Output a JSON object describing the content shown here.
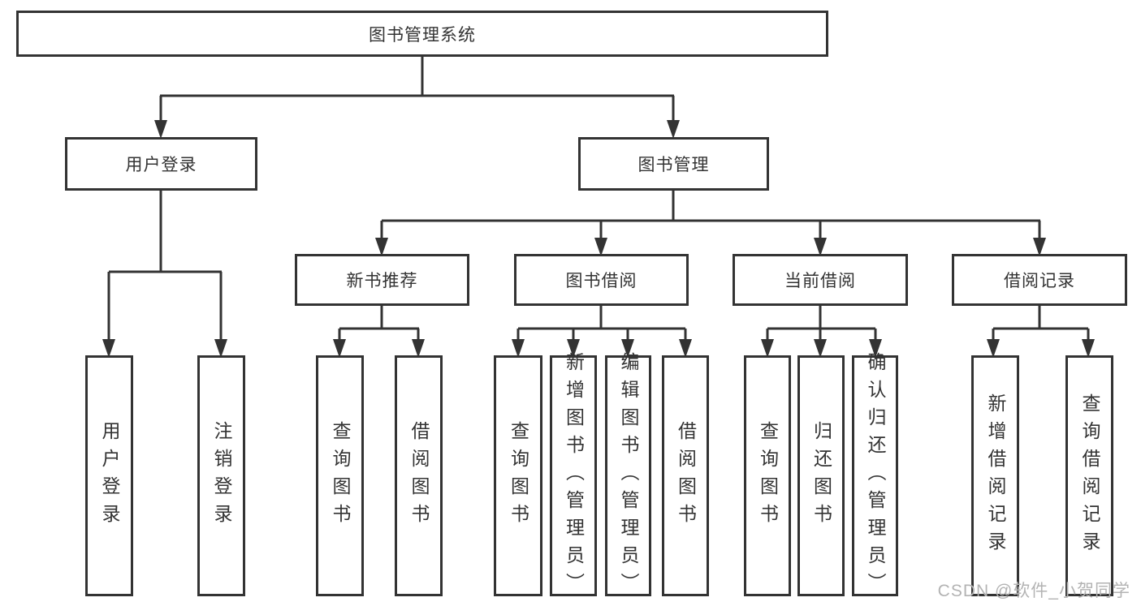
{
  "diagram": {
    "root": {
      "label": "图书管理系统"
    },
    "user_login": {
      "label": "用户登录",
      "children": [
        "用户登录",
        "注销登录"
      ]
    },
    "book_management": {
      "label": "图书管理",
      "groups": [
        {
          "label": "新书推荐",
          "children": [
            "查询图书",
            "借阅图书"
          ]
        },
        {
          "label": "图书借阅",
          "children": [
            "查询图书",
            "新增图书（管理员）",
            "编辑图书（管理员）",
            "借阅图书"
          ]
        },
        {
          "label": "当前借阅",
          "children": [
            "查询图书",
            "归还图书",
            "确认归还（管理员）"
          ]
        },
        {
          "label": "借阅记录",
          "children": [
            "新增借阅记录",
            "查询借阅记录"
          ]
        }
      ]
    },
    "watermark": "CSDN @软件_小贺同学",
    "colors": {
      "line": "#333333",
      "text": "#333333",
      "watermark": "#b3b3b3"
    }
  }
}
